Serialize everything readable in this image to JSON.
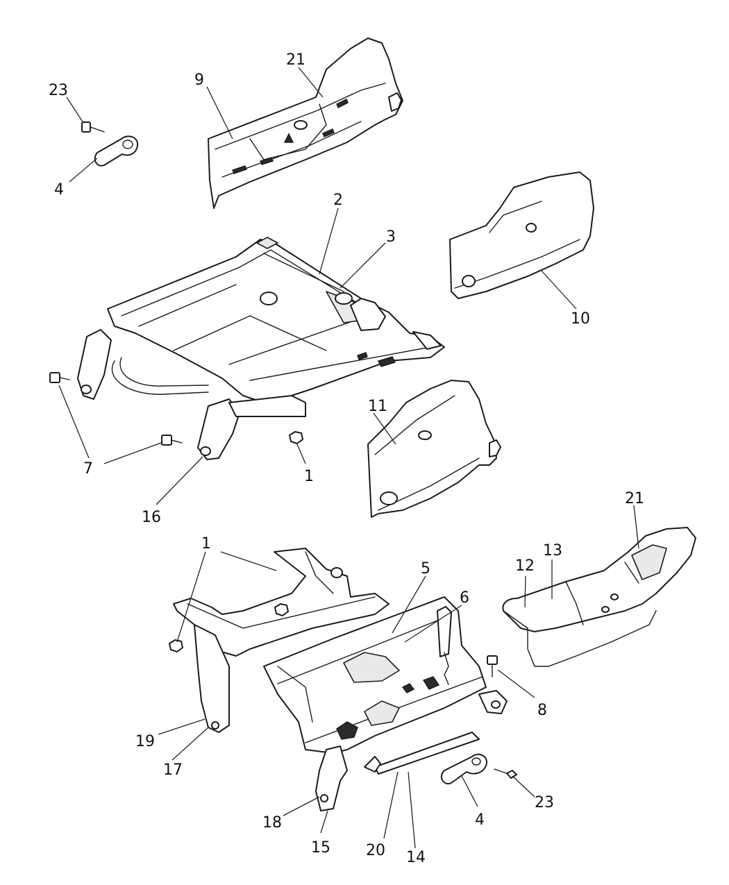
{
  "diagram": {
    "callouts": [
      {
        "id": "c23a",
        "label": "23"
      },
      {
        "id": "c4a",
        "label": "4"
      },
      {
        "id": "c21a",
        "label": "21"
      },
      {
        "id": "c9",
        "label": "9"
      },
      {
        "id": "c2",
        "label": "2"
      },
      {
        "id": "c3",
        "label": "3"
      },
      {
        "id": "c10",
        "label": "10"
      },
      {
        "id": "c11",
        "label": "11"
      },
      {
        "id": "c7a",
        "label": "7"
      },
      {
        "id": "c7b",
        "label": "7"
      },
      {
        "id": "c1a",
        "label": "1"
      },
      {
        "id": "c16",
        "label": "16"
      },
      {
        "id": "c21b",
        "label": "21"
      },
      {
        "id": "c12",
        "label": "12"
      },
      {
        "id": "c13",
        "label": "13"
      },
      {
        "id": "c1b",
        "label": "1"
      },
      {
        "id": "c5",
        "label": "5"
      },
      {
        "id": "c6",
        "label": "6"
      },
      {
        "id": "c8",
        "label": "8"
      },
      {
        "id": "c19",
        "label": "19"
      },
      {
        "id": "c17",
        "label": "17"
      },
      {
        "id": "c23b",
        "label": "23"
      },
      {
        "id": "c4b",
        "label": "4"
      },
      {
        "id": "c18",
        "label": "18"
      },
      {
        "id": "c15",
        "label": "15"
      },
      {
        "id": "c20",
        "label": "20"
      },
      {
        "id": "c14",
        "label": "14"
      }
    ]
  }
}
